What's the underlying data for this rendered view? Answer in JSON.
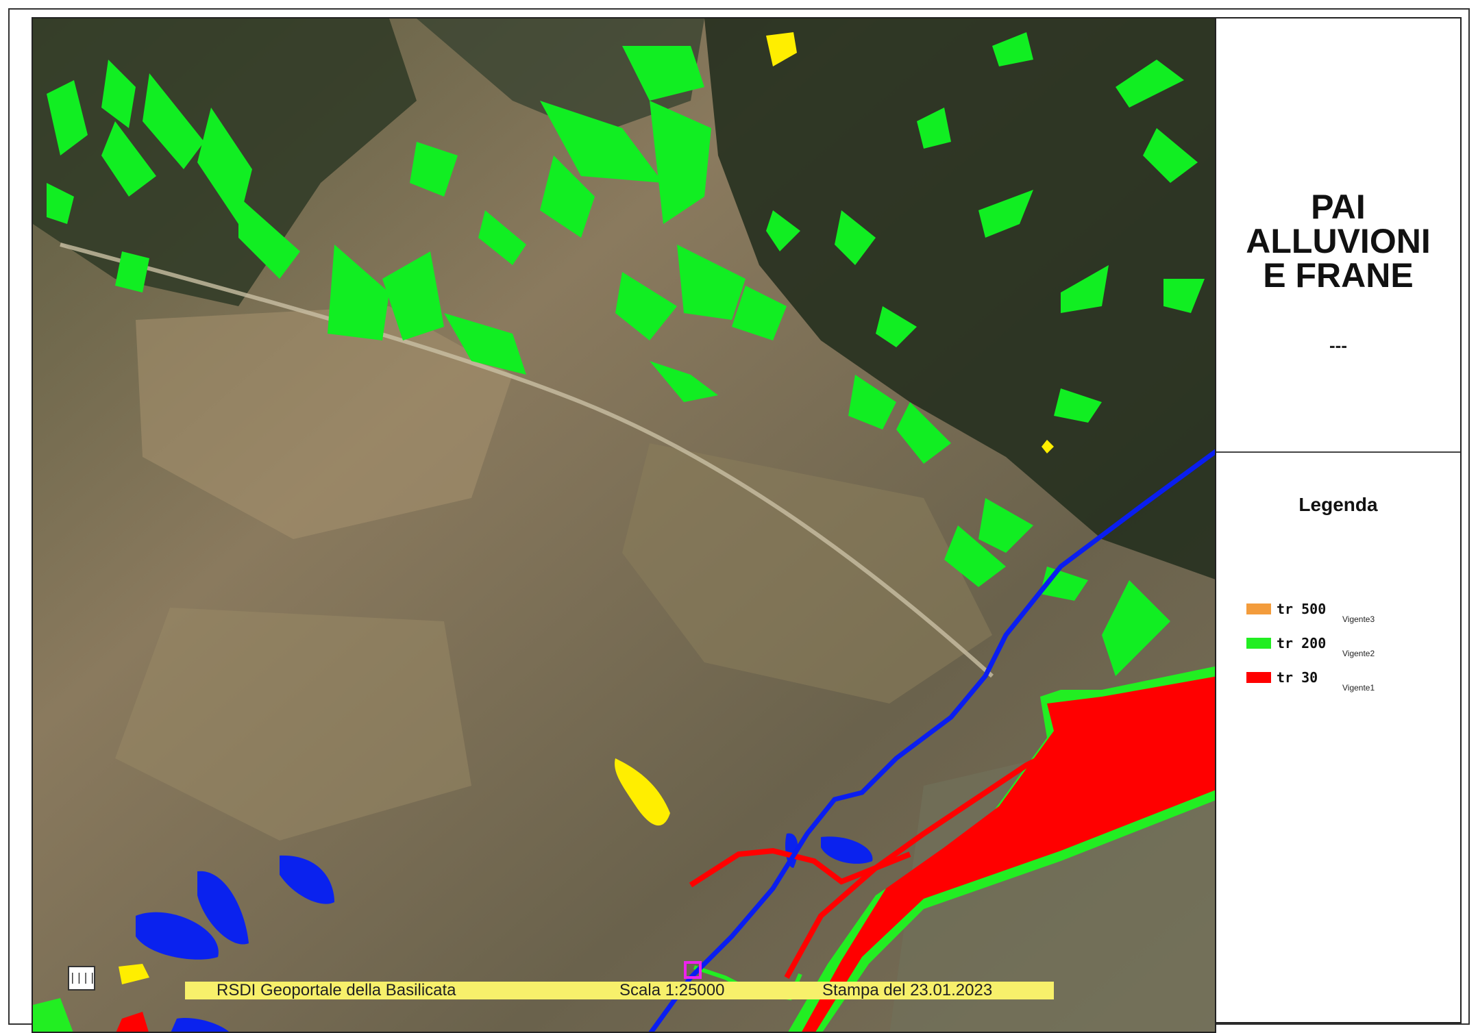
{
  "title": {
    "line1": "PAI",
    "line2": "ALLUVIONI",
    "line3": "E FRANE"
  },
  "subtitle": "---",
  "legend": {
    "title": "Legenda",
    "items": [
      {
        "label": "tr 500",
        "sub": "Vigente3",
        "color": "#f39c3c"
      },
      {
        "label": "tr 200",
        "sub": "Vigente2",
        "color": "#22ee22"
      },
      {
        "label": "tr 30",
        "sub": "Vigente1",
        "color": "#ff0000"
      }
    ]
  },
  "footer": {
    "source": "RSDI Geoportale della Basilicata",
    "scale": "Scala  1:25000",
    "date": "Stampa del  23.01.2023"
  },
  "colors": {
    "flood_high": "#ff0000",
    "flood_mid": "#22ee22",
    "landslide_green": "#11ee22",
    "landslide_blue": "#0a22ee",
    "landslide_yellow": "#ffee00",
    "route_line": "#0a1ef0",
    "marker": "#ee22ee"
  },
  "icons": {
    "scale_control": "scale-bar-icon"
  }
}
